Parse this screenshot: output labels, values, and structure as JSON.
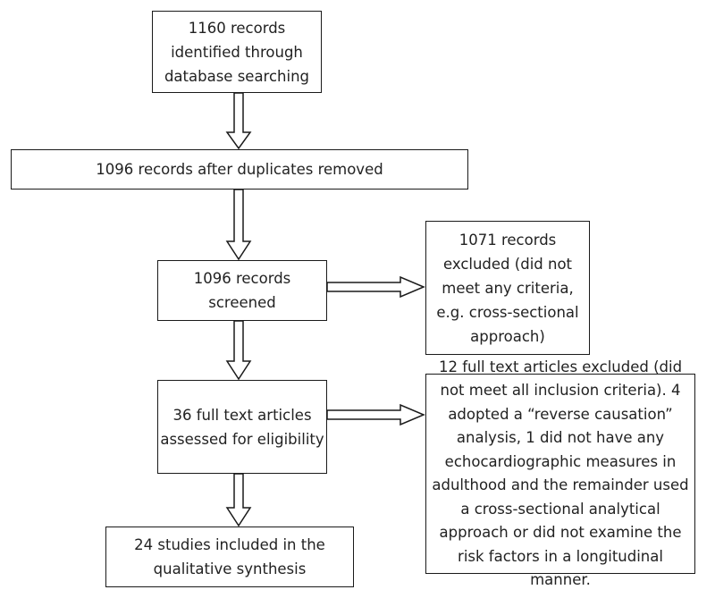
{
  "flowchart": {
    "identified": "1160 records identified through database searching",
    "deduplicated": "1096 records after duplicates removed",
    "screened": "1096 records screened",
    "screen_excluded": "1071 records excluded (did not meet any criteria, e.g. cross-sectional approach)",
    "fulltext_assessed": "36 full text articles assessed for eligibility",
    "fulltext_excluded": "12 full text articles excluded (did not meet all inclusion criteria). 4 adopted a “reverse causation” analysis, 1 did not have any echocardiographic measures in adulthood and the remainder used a cross-sectional analytical approach or did not examine the risk factors in a longitudinal manner.",
    "included": "24 studies included in the qualitative synthesis"
  }
}
